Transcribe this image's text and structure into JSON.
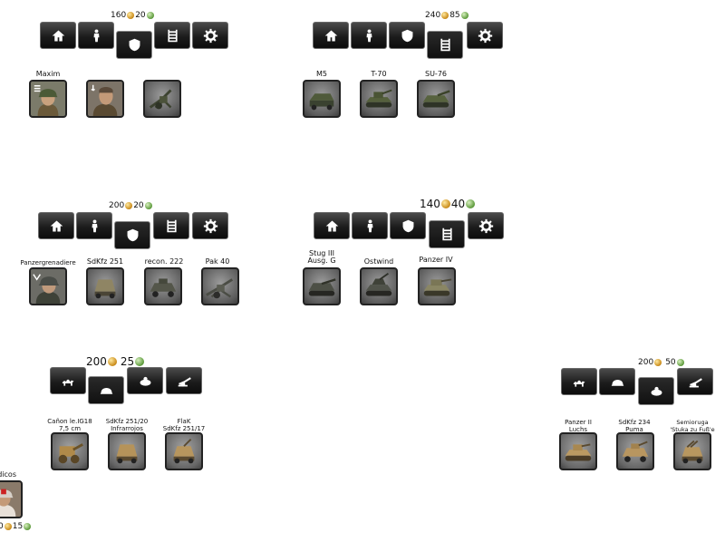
{
  "colors": {
    "tab_dark": "#1c1c1c",
    "tab_border": "#6a6a6a",
    "unit_bg": "#6f6f6f",
    "coin_gold": "#c98a18",
    "coin_fuel": "#5c9a3a"
  },
  "panels": [
    {
      "id": "soviet-infantry",
      "cost": {
        "manpower": "160",
        "fuel": "20"
      },
      "tabs": [
        {
          "icon": "home-icon",
          "active": false
        },
        {
          "icon": "soldier-icon",
          "active": false
        },
        {
          "icon": "shield-icon",
          "active": true
        },
        {
          "icon": "ladder-icon",
          "active": false
        },
        {
          "icon": "gear-icon",
          "active": false
        }
      ],
      "units": [
        {
          "label": "Maxim",
          "icon": "soldier-portrait-icon"
        },
        {
          "label": "",
          "icon": "officer-portrait-icon"
        },
        {
          "label": "",
          "icon": "antitank-gun-icon"
        }
      ]
    },
    {
      "id": "soviet-armor",
      "cost": {
        "manpower": "240",
        "fuel": "85"
      },
      "tabs": [
        {
          "icon": "home-icon",
          "active": false
        },
        {
          "icon": "soldier-icon",
          "active": false
        },
        {
          "icon": "shield-icon",
          "active": false
        },
        {
          "icon": "ladder-icon",
          "active": true
        },
        {
          "icon": "gear-icon",
          "active": false
        }
      ],
      "units": [
        {
          "label": "M5",
          "icon": "halftrack-icon"
        },
        {
          "label": "T-70",
          "icon": "light-tank-icon"
        },
        {
          "label": "SU-76",
          "icon": "assault-gun-icon"
        }
      ]
    },
    {
      "id": "german-support",
      "cost": {
        "manpower": "200",
        "fuel": "20"
      },
      "tabs": [
        {
          "icon": "home-icon",
          "active": false
        },
        {
          "icon": "soldier-icon",
          "active": false
        },
        {
          "icon": "shield-icon",
          "active": true
        },
        {
          "icon": "ladder-icon",
          "active": false
        },
        {
          "icon": "gear-icon",
          "active": false
        }
      ],
      "units": [
        {
          "label": "Panzergrenadiere",
          "icon": "grenadier-portrait-icon"
        },
        {
          "label": "SdKfz 251",
          "icon": "halftrack-icon"
        },
        {
          "label": "recon. 222",
          "icon": "armored-car-icon"
        },
        {
          "label": "Pak 40",
          "icon": "antitank-gun-icon"
        }
      ]
    },
    {
      "id": "german-armor",
      "cost": {
        "manpower": "140",
        "fuel": "40"
      },
      "tabs": [
        {
          "icon": "home-icon",
          "active": false
        },
        {
          "icon": "soldier-icon",
          "active": false
        },
        {
          "icon": "shield-icon",
          "active": false
        },
        {
          "icon": "ladder-icon",
          "active": true
        },
        {
          "icon": "gear-icon",
          "active": false
        }
      ],
      "units": [
        {
          "label": "Stug III\nAusg. G",
          "icon": "assault-gun-icon"
        },
        {
          "label": "Ostwind",
          "icon": "flak-tank-icon"
        },
        {
          "label": "Panzer IV",
          "icon": "medium-tank-icon"
        }
      ]
    },
    {
      "id": "afrika-support",
      "cost": {
        "manpower": "200",
        "fuel": "25"
      },
      "tabs": [
        {
          "icon": "camel-icon",
          "active": false
        },
        {
          "icon": "helmet-icon",
          "active": true
        },
        {
          "icon": "mine-icon",
          "active": false
        },
        {
          "icon": "artillery-icon",
          "active": false
        }
      ],
      "units": [
        {
          "label": "Cañon le.IG18\n7,5 cm",
          "icon": "field-gun-icon"
        },
        {
          "label": "SdKfz 251/20\nInfrarrojos",
          "icon": "halftrack-icon"
        },
        {
          "label": "FlaK\nSdKfz 251/17",
          "icon": "halftrack-icon"
        }
      ]
    },
    {
      "id": "afrika-armor",
      "cost": {
        "manpower": "200",
        "fuel": "50"
      },
      "tabs": [
        {
          "icon": "camel-icon",
          "active": false
        },
        {
          "icon": "helmet-icon",
          "active": false
        },
        {
          "icon": "mine-icon",
          "active": true
        },
        {
          "icon": "artillery-icon",
          "active": false
        }
      ],
      "units": [
        {
          "label": "Panzer II\nLuchs",
          "icon": "light-tank-icon"
        },
        {
          "label": "SdKfz 234\nPuma",
          "icon": "armored-car-icon"
        },
        {
          "label": "Semioruga\n'Stuka zu Fuß'e",
          "icon": "rocket-halftrack-icon"
        }
      ]
    }
  ],
  "medic": {
    "label": "dicos",
    "icon": "medic-portrait-icon",
    "cost": {
      "manpower": "0",
      "fuel": "15"
    }
  }
}
